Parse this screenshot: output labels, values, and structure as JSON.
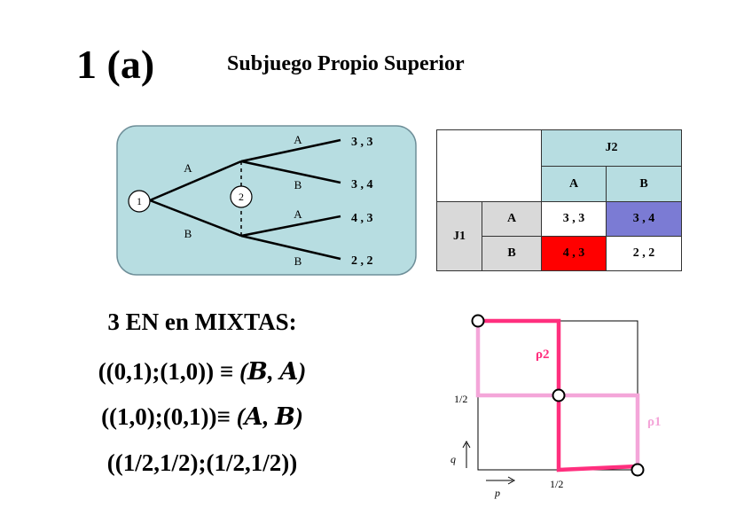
{
  "title": {
    "main": "1 (a)",
    "sub": "Subjuego Propio Superior"
  },
  "tree": {
    "node1": "1",
    "node2": "2",
    "p1_moves": [
      "A",
      "B"
    ],
    "p2_moves_top": [
      "A",
      "B"
    ],
    "p2_moves_bottom": [
      "A",
      "B"
    ],
    "payoffs": [
      "3 , 3",
      "3 , 4",
      "4 , 3",
      "2 , 2"
    ],
    "background_color": "#b7dde1"
  },
  "matrix": {
    "col_player": "J2",
    "row_player": "J1",
    "col_strategies": [
      "A",
      "B"
    ],
    "row_strategies": [
      "A",
      "B"
    ],
    "cells": [
      [
        "3 , 3",
        "3 , 4"
      ],
      [
        "4 , 3",
        "2 , 2"
      ]
    ],
    "colors": {
      "header": "#b7dde1",
      "row_header": "#d9d9d9",
      "highlight_AB": "#7b7bd4",
      "highlight_BA": "#ff0000"
    }
  },
  "equilibria": {
    "title": "3 EN en MIXTAS:",
    "items": [
      {
        "profile": "((0,1);(1,0))",
        "symbol": "≡",
        "pure": "(𝑩, 𝑨)"
      },
      {
        "profile": "((1,0);(0,1))",
        "symbol": "≡",
        "pure": "(𝑨, 𝑩)"
      },
      {
        "profile": "((1/2,1/2);(1/2,1/2))"
      }
    ]
  },
  "graph": {
    "label_half_y": "1/2",
    "label_half_x": "1/2",
    "axis_q": "q",
    "axis_p": "p",
    "rho1": "ρ1",
    "rho2": "ρ2",
    "colors": {
      "rho1": "#f4a6d9",
      "rho2": "#ff2f7e"
    }
  }
}
